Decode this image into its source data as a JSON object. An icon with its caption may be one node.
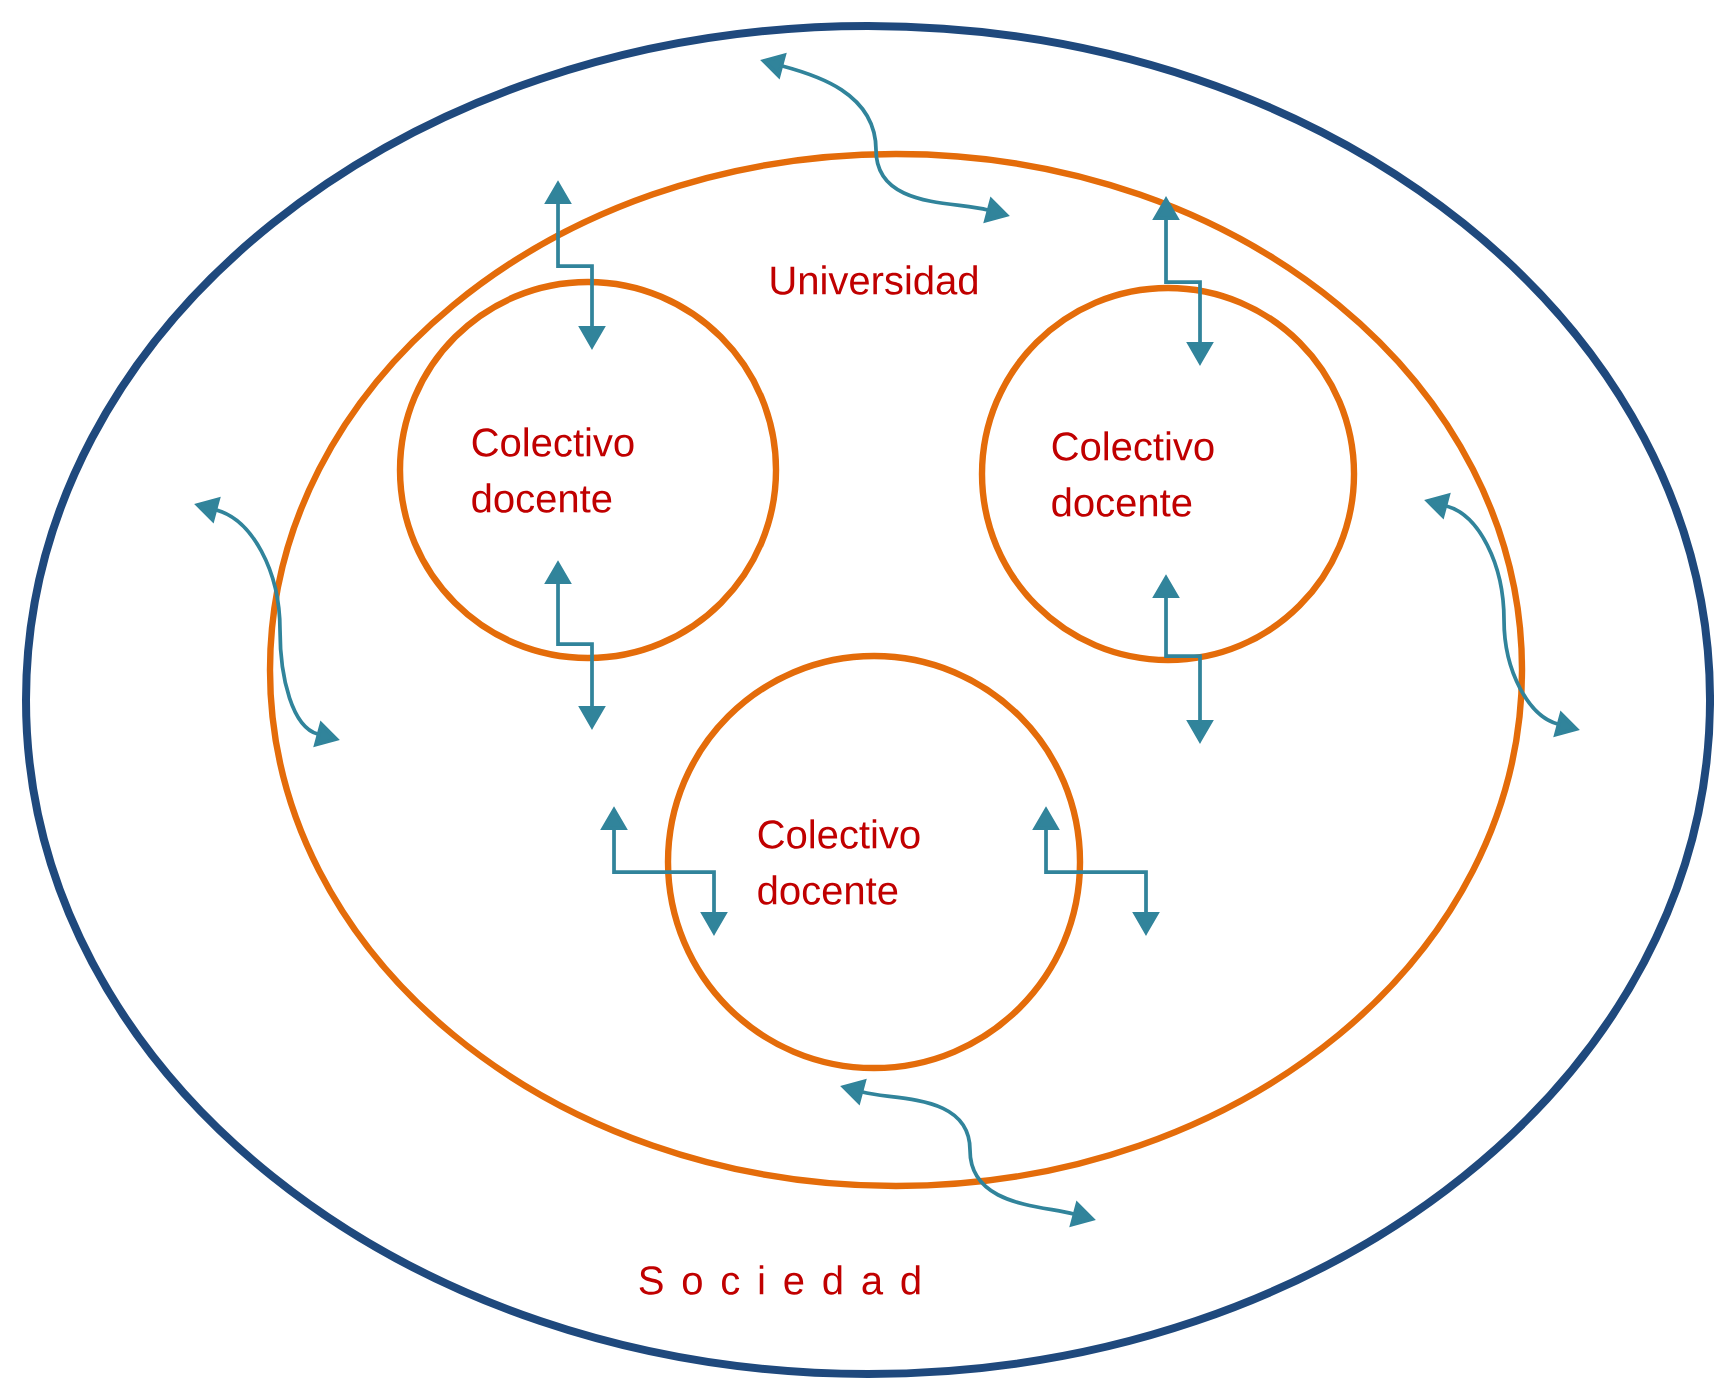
{
  "diagram": {
    "nodes": [
      {
        "text": [
          "S o c i e d a d"
        ]
      },
      {
        "text": [
          "Universidad"
        ],
        "in": 0
      },
      {
        "text": [
          "Colectivo docente"
        ],
        "in": 1
      },
      {
        "text": [
          "Colectivo docente"
        ],
        "in": 1
      },
      {
        "text": [
          "Colectivo docente"
        ],
        "in": 1
      }
    ],
    "edges": [
      {
        "from": 0,
        "to": 1,
        "arrow": "both"
      },
      {
        "from": null,
        "to": 1,
        "arrow": "both"
      },
      {
        "from": 1,
        "to": null,
        "arrow": "both"
      },
      {
        "from": 4,
        "to": null,
        "arrow": "both"
      },
      {
        "from": 1,
        "to": 2,
        "arrow": "both"
      },
      {
        "from": 2,
        "to": null,
        "arrow": "both"
      },
      {
        "from": 1,
        "to": 3,
        "arrow": "both"
      },
      {
        "from": 3,
        "to": null,
        "arrow": "both"
      },
      {
        "from": null,
        "to": 4,
        "arrow": "both"
      },
      {
        "from": 4,
        "to": null,
        "arrow": "both"
      }
    ]
  }
}
